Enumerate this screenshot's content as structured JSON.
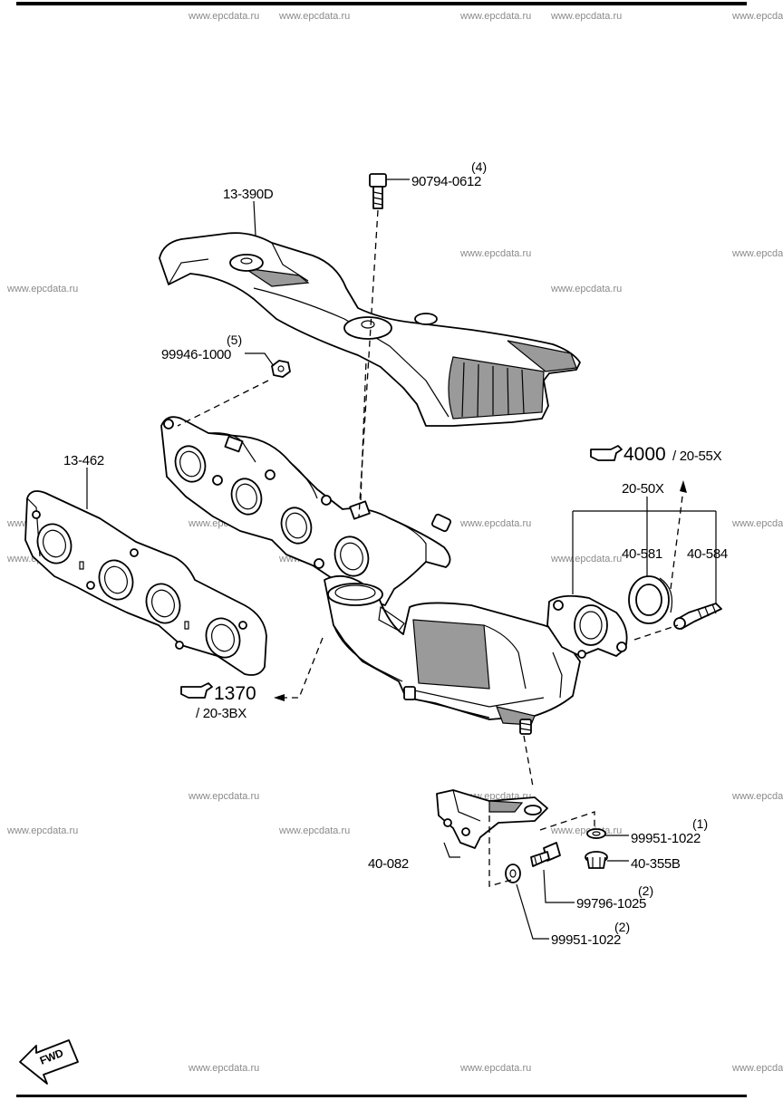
{
  "watermark": "www.epcdata.ru",
  "labels": {
    "heat_insulator": "13-390D",
    "bolt_top": "90794-0612",
    "bolt_top_qty": "(4)",
    "nut": "99946-1000",
    "nut_qty": "(5)",
    "gasket_manifold": "13-462",
    "ref_1370": "1370",
    "ref_1370_sub": "/ 20-3BX",
    "ref_4000": "4000",
    "ref_4000_sub": "/ 20-55X",
    "gasket_set": "20-50X",
    "gasket_ring": "40-581",
    "stud": "40-584",
    "bracket": "40-082",
    "washer_top": "99951-1022",
    "washer_top_qty": "(1)",
    "nut_flange": "40-355B",
    "bolt_bracket": "99796-1025",
    "bolt_bracket_qty": "(2)",
    "washer_bottom": "99951-1022",
    "washer_bottom_qty": "(2)",
    "fwd": "FWD"
  }
}
